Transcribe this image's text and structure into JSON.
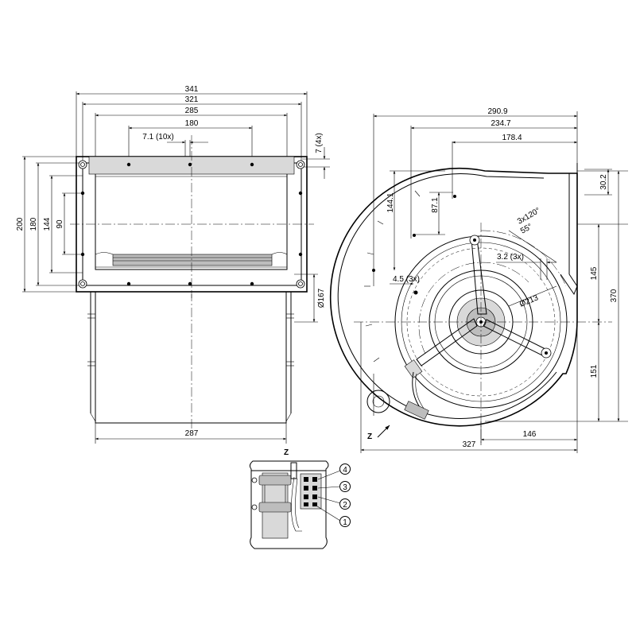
{
  "front_view": {
    "dims_top": [
      "341",
      "321",
      "285",
      "180",
      "7.1 (10x)"
    ],
    "dim_right_top": "7 (4x)",
    "dims_left": [
      "200",
      "180",
      "144",
      "90"
    ],
    "dim_diameter": "Ø167",
    "dim_bottom": "287"
  },
  "side_view": {
    "dims_top": [
      "290.9",
      "234.7",
      "178.4"
    ],
    "dim_30_2": "30.2",
    "dim_144_1": "144.1",
    "dim_87_1": "87.1",
    "dim_angle_pattern": "3x120°",
    "dim_angle": "55°",
    "dim_3_2": "3.2 (3x)",
    "dim_4_5": "4.5 (3x)",
    "dim_213": "Ø213",
    "dim_145": "145",
    "dim_370": "370",
    "dim_151": "151",
    "dim_146": "146",
    "dim_327": "327",
    "view_marker": "Z"
  },
  "detail_z": {
    "title": "Z",
    "callouts": [
      "4",
      "3",
      "2",
      "1"
    ]
  }
}
